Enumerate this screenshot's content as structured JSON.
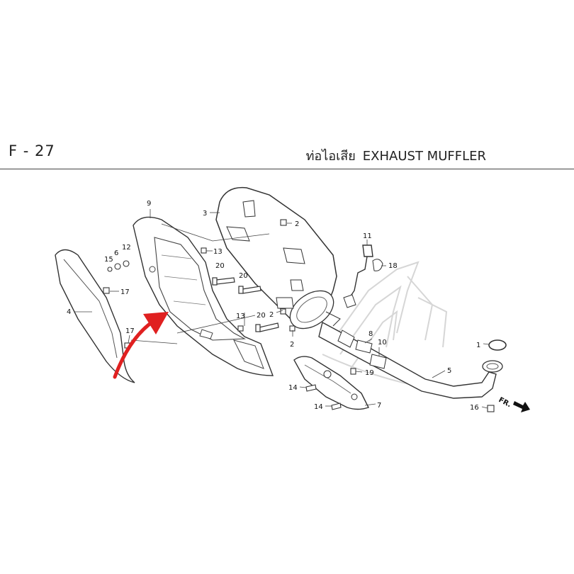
{
  "header": {
    "diagram_code": "F - 27",
    "title_thai": "ท่อไอเสีย",
    "title_english": "EXHAUST MUFFLER"
  },
  "diagram": {
    "direction_label": "FR.",
    "callouts": [
      "1",
      "2",
      "2",
      "2",
      "3",
      "4",
      "5",
      "6",
      "7",
      "8",
      "9",
      "10",
      "11",
      "12",
      "13",
      "13",
      "14",
      "14",
      "15",
      "16",
      "17",
      "17",
      "18",
      "19",
      "20",
      "20",
      "20"
    ]
  },
  "colors": {
    "line": "#333333",
    "arrow": "#e02020",
    "watermark": "#d8d8d8"
  }
}
